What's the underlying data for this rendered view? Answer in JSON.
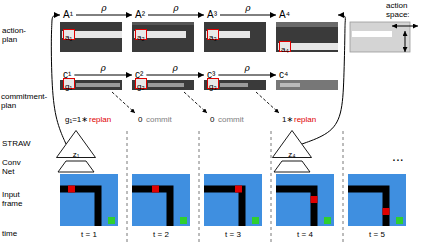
{
  "diagram": {
    "nodes": [
      {
        "text": [
          "A¹"
        ]
      },
      {
        "text": [
          "a₁"
        ],
        "in": 0
      },
      {
        "text": [
          "A²"
        ]
      },
      {
        "text": [
          "a₂"
        ],
        "in": 2
      },
      {
        "text": [
          "A³"
        ]
      },
      {
        "text": [
          "a₃"
        ],
        "in": 4
      },
      {
        "text": [
          "A⁴"
        ]
      },
      {
        "text": [
          "a₄"
        ],
        "in": 6
      },
      {
        "text": [
          "c¹"
        ]
      },
      {
        "text": [
          "g₁"
        ],
        "in": 8
      },
      {
        "text": [
          "c²"
        ]
      },
      {
        "text": [
          "g₂"
        ],
        "in": 10
      },
      {
        "text": [
          "c³"
        ]
      },
      {
        "text": [
          "g₃"
        ],
        "in": 12
      },
      {
        "text": [
          "c⁴"
        ]
      },
      {
        "text": [
          "z₁"
        ]
      },
      {
        "text": [
          "z₄"
        ]
      }
    ],
    "edges": [
      {
        "from": 0,
        "to": 2,
        "arrow": "to",
        "label": "ρ"
      },
      {
        "from": 2,
        "to": 4,
        "arrow": "to",
        "label": "ρ"
      },
      {
        "from": 4,
        "to": 6,
        "arrow": "to",
        "label": "ρ"
      },
      {
        "from": 8,
        "to": 10,
        "arrow": "to",
        "label": "ρ"
      },
      {
        "from": 10,
        "to": 12,
        "arrow": "to",
        "label": "ρ"
      },
      {
        "from": 12,
        "to": 14,
        "arrow": "to",
        "label": "ρ"
      },
      {
        "from": 15,
        "to": 0,
        "arrow": "to"
      },
      {
        "from": 16,
        "to": 6,
        "arrow": "to"
      }
    ],
    "labels": [
      "action-plan",
      "commitment-plan",
      "STRAW",
      "Conv Net",
      "Input frame",
      "time",
      "action space:",
      "g₁=1∗",
      "replan",
      "0",
      "commit",
      "0",
      "commit",
      "1∗",
      "replan",
      "...",
      "t = 1",
      "t = 2",
      "t = 3",
      "t = 4",
      "t = 5"
    ]
  }
}
